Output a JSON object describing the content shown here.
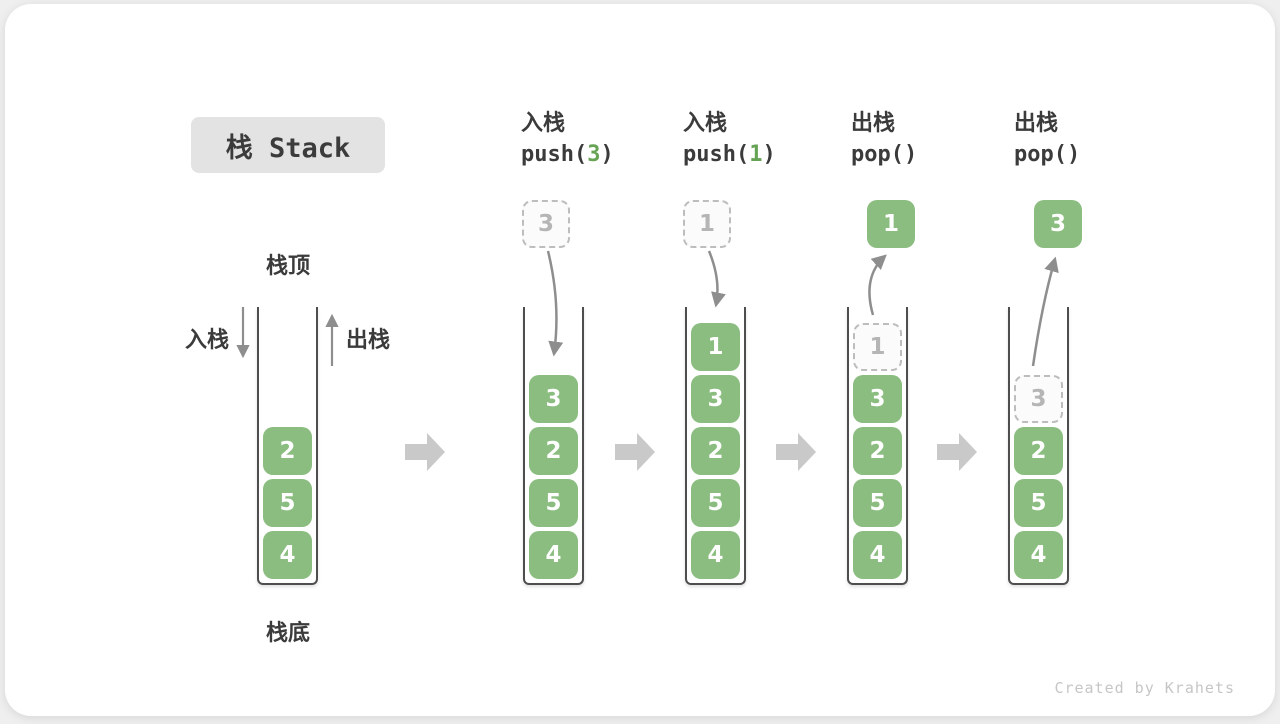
{
  "title": "栈 Stack",
  "footer": "Created by Krahets",
  "side_labels": {
    "stack_top": "栈顶",
    "stack_bottom": "栈底",
    "push_side": "入栈",
    "pop_side": "出栈"
  },
  "colors": {
    "item_green": "#8ABD7F",
    "code_arg_green": "#67A355",
    "arrow_gray": "#8E8E8E",
    "block_arrow_gray": "#C9C9C9",
    "dashed_border": "#BDBDBD",
    "dashed_text": "#B5B5B5",
    "ink": "#3B3B3B",
    "wall": "#4E4E4E",
    "footer_gray": "#C6C6C6",
    "title_bg": "#E3E3E3"
  },
  "stacks": [
    {
      "items": [
        {
          "value": "2",
          "dashed": false
        },
        {
          "value": "5",
          "dashed": false
        },
        {
          "value": "4",
          "dashed": false
        }
      ]
    },
    {
      "header_line1": "入栈",
      "code_pre": "push(",
      "code_arg": "3",
      "code_post": ")",
      "floating_value": "3",
      "floating_style": "dashed",
      "items": [
        {
          "value": "3",
          "dashed": false
        },
        {
          "value": "2",
          "dashed": false
        },
        {
          "value": "5",
          "dashed": false
        },
        {
          "value": "4",
          "dashed": false
        }
      ]
    },
    {
      "header_line1": "入栈",
      "code_pre": "push(",
      "code_arg": "1",
      "code_post": ")",
      "floating_value": "1",
      "floating_style": "dashed",
      "items": [
        {
          "value": "1",
          "dashed": false
        },
        {
          "value": "3",
          "dashed": false
        },
        {
          "value": "2",
          "dashed": false
        },
        {
          "value": "5",
          "dashed": false
        },
        {
          "value": "4",
          "dashed": false
        }
      ]
    },
    {
      "header_line1": "出栈",
      "code_pre": "pop(",
      "code_arg": "",
      "code_post": ")",
      "floating_value": "1",
      "floating_style": "solid",
      "items": [
        {
          "value": "1",
          "dashed": true
        },
        {
          "value": "3",
          "dashed": false
        },
        {
          "value": "2",
          "dashed": false
        },
        {
          "value": "5",
          "dashed": false
        },
        {
          "value": "4",
          "dashed": false
        }
      ]
    },
    {
      "header_line1": "出栈",
      "code_pre": "pop(",
      "code_arg": "",
      "code_post": ")",
      "floating_value": "3",
      "floating_style": "solid",
      "items": [
        {
          "value": "3",
          "dashed": true
        },
        {
          "value": "2",
          "dashed": false
        },
        {
          "value": "5",
          "dashed": false
        },
        {
          "value": "4",
          "dashed": false
        }
      ]
    }
  ]
}
